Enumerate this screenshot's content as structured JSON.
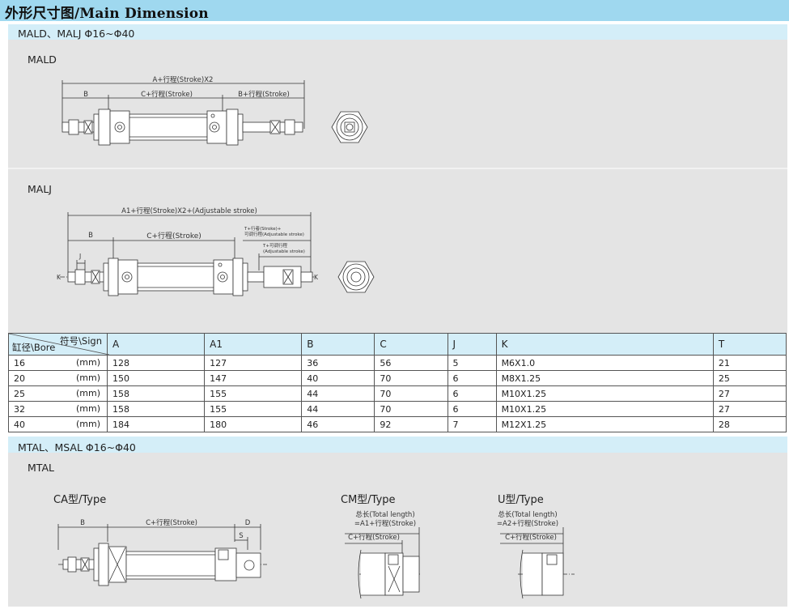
{
  "page_title": "外形尺寸图/Main Dimension",
  "section1": {
    "subtitle": "MALD、MALJ Φ16~Φ40",
    "mald": {
      "label": "MALD",
      "dim_a": "A+行程(Stroke)X2",
      "dim_b": "B",
      "dim_c": "C+行程(Stroke)",
      "dim_bplus": "B+行程(Stroke)"
    },
    "malj": {
      "label": "MALJ",
      "dim_a1": "A1+行程(Stroke)X2+(Adjustable stroke)",
      "dim_b": "B",
      "dim_c": "C+行程(Stroke)",
      "dim_t_line1": "T+行者(Stroke)+",
      "dim_t_line2": "可调行程(Adjustable stroke)",
      "dim_t2_line1": "T+可调行程",
      "dim_t2_line2": "(Adjustable stroke)",
      "dim_j": "J",
      "dim_k_left": "K",
      "dim_k_right": "K"
    }
  },
  "table": {
    "header_sign": "符号\\Sign",
    "header_bore": "缸径\\Bore",
    "columns": [
      "A",
      "A1",
      "B",
      "C",
      "J",
      "K",
      "T"
    ],
    "unit": "(mm)",
    "rows": [
      {
        "bore": "16",
        "values": [
          "128",
          "127",
          "36",
          "56",
          "5",
          "M6X1.0",
          "21"
        ]
      },
      {
        "bore": "20",
        "values": [
          "150",
          "147",
          "40",
          "70",
          "6",
          "M8X1.25",
          "25"
        ]
      },
      {
        "bore": "25",
        "values": [
          "158",
          "155",
          "44",
          "70",
          "6",
          "M10X1.25",
          "27"
        ]
      },
      {
        "bore": "32",
        "values": [
          "158",
          "155",
          "44",
          "70",
          "6",
          "M10X1.25",
          "27"
        ]
      },
      {
        "bore": "40",
        "values": [
          "184",
          "180",
          "46",
          "92",
          "7",
          "M12X1.25",
          "28"
        ]
      }
    ]
  },
  "section2": {
    "subtitle": "MTAL、MSAL Φ16~Φ40",
    "label": "MTAL",
    "ca": {
      "title": "CA型/Type",
      "dim_b": "B",
      "dim_c": "C+行程(Stroke)",
      "dim_d": "D",
      "dim_s": "S"
    },
    "cm": {
      "title": "CM型/Type",
      "total_line1": "总长(Total length)",
      "total_line2": "=A1+行程(Stroke)",
      "dim_c": "C+行程(Stroke)"
    },
    "u": {
      "title": "U型/Type",
      "total_line1": "总长(Total length)",
      "total_line2": "=A2+行程(Stroke)",
      "dim_c": "C+行程(Stroke)"
    }
  }
}
